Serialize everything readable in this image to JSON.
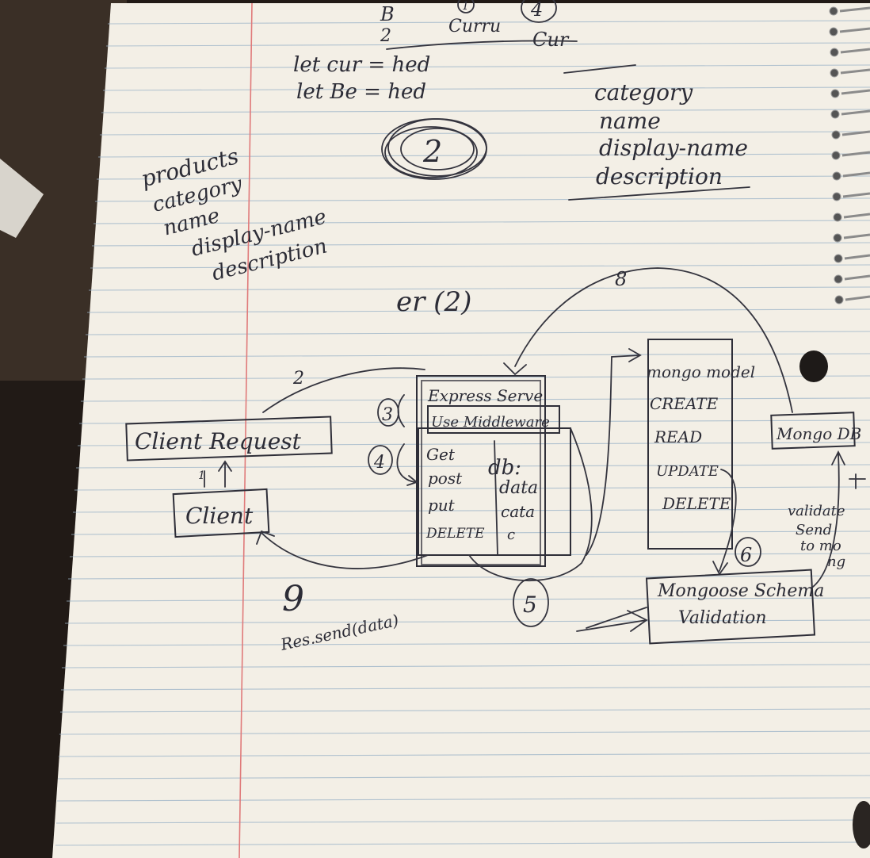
{
  "notes": {
    "top_left": [
      "B",
      "2"
    ],
    "top_circled_1": "1",
    "top_curr": "Curru",
    "top_circled_4": "4",
    "top_cur": "Cur",
    "let_cur": "let cur = hed",
    "let_be": "let Be = hed",
    "big_circled_2": "2",
    "products_list": [
      "products",
      "category",
      "name",
      "display-name",
      "description"
    ],
    "right_list": [
      "category",
      "name",
      "display-name",
      "description"
    ],
    "er_note": "er (2)"
  },
  "diagram": {
    "client_request": "Client Request",
    "client": "Client",
    "express_server": "Express Serve",
    "use_middleware": "Use Middleware",
    "methods": [
      "Get",
      "post",
      "put",
      "DELETE"
    ],
    "db_notes": [
      "db:",
      "data",
      "cata",
      "c"
    ],
    "mongo_model": [
      "mongo model",
      "CREATE",
      "READ",
      "UPDATE",
      "DELETE"
    ],
    "mongo_db": "Mongo DB",
    "mongoose_schema": [
      "Mongoose Schema",
      "Validation"
    ],
    "validate_note": [
      "validate",
      "Send",
      "to mo",
      "ng"
    ],
    "res_send": "Res.send(data)",
    "step_labels": {
      "s2": "2",
      "s3": "3",
      "s4": "4",
      "s5": "5",
      "s6": "6",
      "s8": "8",
      "s9": "9",
      "s1": "1"
    }
  }
}
